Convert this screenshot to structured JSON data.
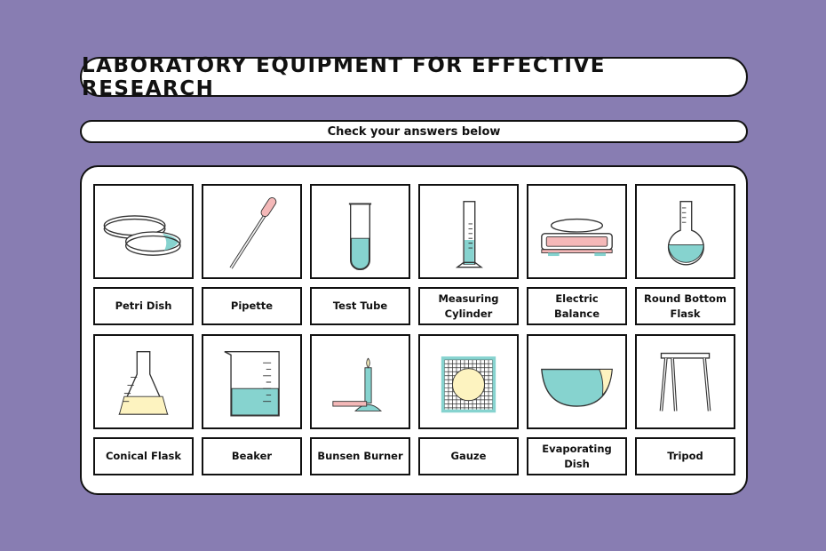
{
  "title": "LABORATORY EQUIPMENT FOR EFFECTIVE RESEARCH",
  "subtitle": "Check your answers below",
  "colors": {
    "background": "#887db2",
    "teal": "#86d3cf",
    "pink": "#f4b8b8",
    "yellow": "#fdf3c0"
  },
  "items": [
    {
      "label": "Petri Dish",
      "icon": "petri-dish-icon"
    },
    {
      "label": "Pipette",
      "icon": "pipette-icon"
    },
    {
      "label": "Test Tube",
      "icon": "test-tube-icon"
    },
    {
      "label": "Measuring Cylinder",
      "icon": "measuring-cylinder-icon"
    },
    {
      "label": "Electric Balance",
      "icon": "electric-balance-icon"
    },
    {
      "label": "Round Bottom Flask",
      "icon": "round-bottom-flask-icon"
    },
    {
      "label": "Conical Flask",
      "icon": "conical-flask-icon"
    },
    {
      "label": "Beaker",
      "icon": "beaker-icon"
    },
    {
      "label": "Bunsen Burner",
      "icon": "bunsen-burner-icon"
    },
    {
      "label": "Gauze",
      "icon": "gauze-icon"
    },
    {
      "label": "Evaporating Dish",
      "icon": "evaporating-dish-icon"
    },
    {
      "label": "Tripod",
      "icon": "tripod-icon"
    }
  ]
}
